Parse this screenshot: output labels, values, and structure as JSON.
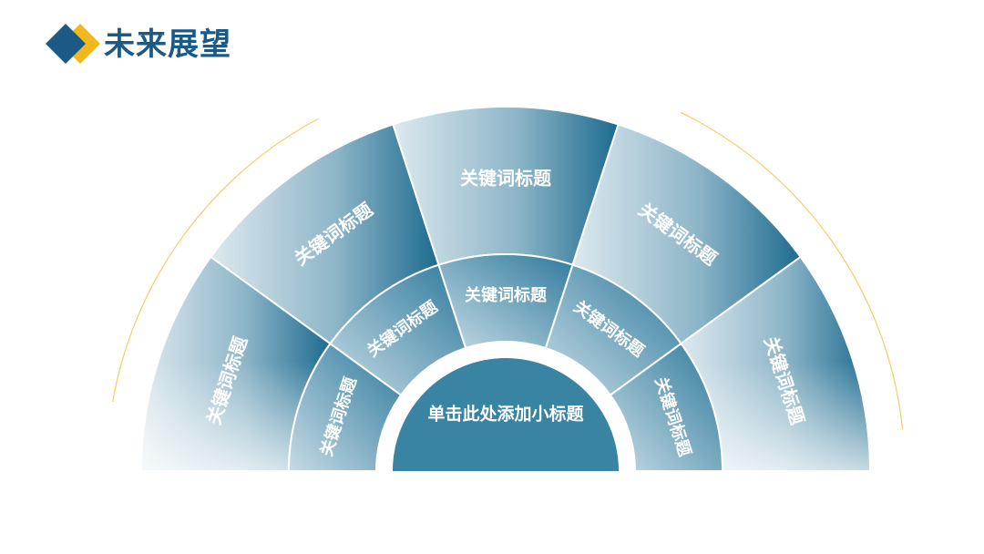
{
  "header": {
    "title": "未来展望",
    "logo_colors": {
      "primary": "#1b5a87",
      "accent": "#f0b81c"
    }
  },
  "diagram": {
    "center_label": "单击此处添加小标题",
    "outer_ring": [
      "关键词标题",
      "关键词标题",
      "关键词标题",
      "关键词标题",
      "关键词标题"
    ],
    "inner_ring": [
      "关键词标题",
      "关键词标题",
      "关键词标题",
      "关键词标题",
      "关键词标题"
    ],
    "colors": {
      "dark": "#1a6a8e",
      "light": "#dbe8ee",
      "center": "#3a84a3",
      "guide_arc": "#f0c040"
    }
  }
}
